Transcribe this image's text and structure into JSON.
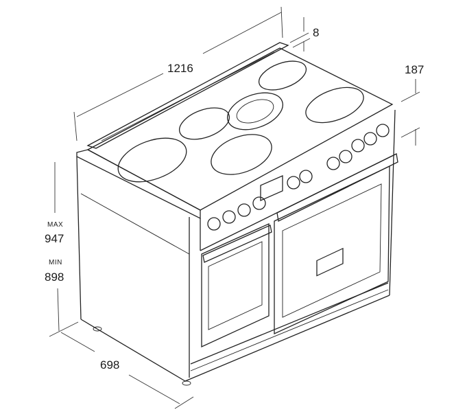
{
  "title": "Range dimension drawing",
  "dimensions": {
    "width": "1216",
    "backguard_thickness": "8",
    "backguard_height": "187",
    "height_max_label": "MAX",
    "height_max": "947",
    "height_min_label": "MIN",
    "height_min": "898",
    "depth": "698"
  },
  "colors": {
    "line": "#222222",
    "background": "#ffffff"
  }
}
